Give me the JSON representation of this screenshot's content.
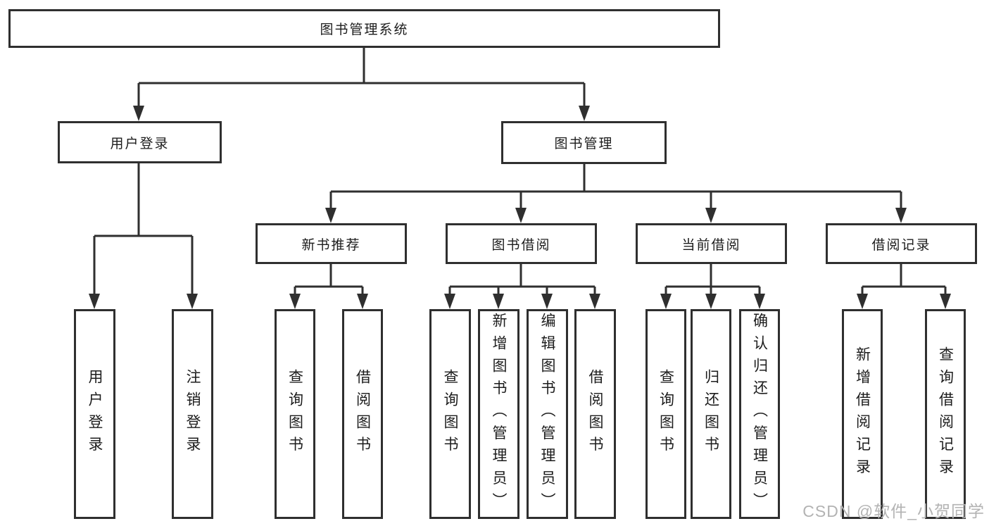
{
  "canvas": {
    "background": "#ffffff"
  },
  "style": {
    "line_color": "#2f2f2f",
    "box_border_color": "#2f2f2f",
    "box_background": "#ffffff",
    "text_color": "#1c1c1c",
    "watermark_color": "#b3b3b3"
  },
  "watermark": {
    "text": "CSDN @软件_小贺同学"
  },
  "tree": {
    "root": {
      "label": "图书管理系统"
    },
    "branches": [
      {
        "label": "用户登录",
        "children": [
          {
            "label": "用户登录"
          },
          {
            "label": "注销登录"
          }
        ]
      },
      {
        "label": "图书管理",
        "children": [
          {
            "label": "新书推荐",
            "children": [
              {
                "label": "查询图书"
              },
              {
                "label": "借阅图书"
              }
            ]
          },
          {
            "label": "图书借阅",
            "children": [
              {
                "label": "查询图书"
              },
              {
                "label": "新增图书（管理员）"
              },
              {
                "label": "编辑图书（管理员）"
              },
              {
                "label": "借阅图书"
              }
            ]
          },
          {
            "label": "当前借阅",
            "children": [
              {
                "label": "查询图书"
              },
              {
                "label": "归还图书"
              },
              {
                "label": "确认归还（管理员）"
              }
            ]
          },
          {
            "label": "借阅记录",
            "children": [
              {
                "label": "新增借阅记录"
              },
              {
                "label": "查询借阅记录"
              }
            ]
          }
        ]
      }
    ]
  }
}
